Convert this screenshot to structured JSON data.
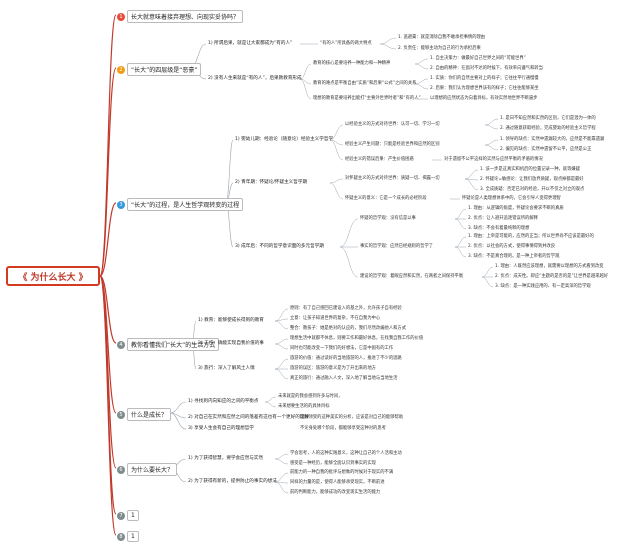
{
  "root": "《 为什么长大 》",
  "branches": [
    {
      "num": "1",
      "label": "长大就意味着接弃理想、向现实妥协吗？"
    },
    {
      "num": "2",
      "label": "“长大”的四层级是“恶豪”"
    },
    {
      "num": "3",
      "label": "“长大”的过程，是人生哲学观转变的过程"
    },
    {
      "num": "4",
      "label": "教你看懂我们“长大”的生活方式"
    },
    {
      "num": "5",
      "label": "什么是成长？"
    },
    {
      "num": "6",
      "label": "为什么要长大？"
    },
    {
      "num": "7",
      "label": "1"
    },
    {
      "num": "8",
      "label": "1"
    }
  ],
  "b2": {
    "s1": "1) 所谓后果，就是让大家都成为“有的人”",
    "s1a": "“有的人”所具备的两大特点",
    "s1a_items": [
      "1. 逃避責：就是消除自我不敢承担事情的理由",
      "2. 负责任：能够主动为自己的行为承担后果"
    ],
    "s2": "2) 没有人生来就是“有的人”，后果教教育形成",
    "s2a": "教育的核心是要培养一种能力和一种精神",
    "s2a_items": [
      "1. 自主决策力：做最好自己世界之间的“可能世界”",
      "2. 自由的精神：在面对不达的时候下，有效率向遵气和转当"
    ],
    "s2b": "教育的难点是平衡自由“实质”和后果“公式”之间的关系",
    "s2b_items": [
      "1. 实质：你们的自然主要对上的样子；它往往平行通慢慢",
      "2. 后果：我们认为理想世界该有的样子；它往往能够某坐"
    ],
    "s2c": "理想的教育是要培养出能打“主要外世界时者”和“有的人”",
    "s2c_item": "以理想的应然状态为向着目标，有效实然地世界不断逼步"
  },
  "b3": {
    "s1": "1) 婴幼儿期：经验论（随意论）经验主义学哲学",
    "s1a": "以经验主义的方式对待世界：认可一切、学习一切",
    "s1a_items": [
      "1. 是日不知应然和实然的区别，它们是混为一体的",
      "2. 通过随意获取经验，完成婴幼的经验主义哲学程"
    ],
    "s1b": "经验主义产生问题：只能是经验世界和应然的区别",
    "s1b_items": [
      "1. 领导的缺点：实然中遗漏较大的，应然是不能靠遗漏",
      "2. 偏见的缺点：实然中遗留不公平，应然是公正"
    ],
    "s1c": "经验主义的错误后果：产生价值困惑",
    "s1c_item": "对于遗留不公平这样的实然与应然平衡的矛盾的情况",
    "s2": "2) 青年期：怀疑论/怀疑主义哲学期",
    "s2a": "对怀疑主义的方式对待世界：质疑一切、揭露一切",
    "s2a_items": [
      "1. 该一步是这真实和机后的位置记录一种，就等嫌疑",
      "2. 怀疑论=敏感论：让我们放弃质疑，观点掉都是最好",
      "3. 全成质疑：否定已对的经验，开以不仅之对立的观点"
    ],
    "s2b": "怀疑主义的意义：它是一个成长的必经阶段",
    "s2b_item": "怀疑论是人类理想体系中的，它会引导人变得更理智",
    "s3": "3) 成年后：不同的哲学意识面的多元哲学期",
    "s3a": "怀疑的哲学观：没有信是以事",
    "s3a_items": [
      "1. 理由：从逻辑的角度，怀疑论会要求不断的真质",
      "2. 优点：让人避开追逐错误所的解释",
      "3. 缺点：不会有着最纯粹的理想"
    ],
    "s3b": "事实的哲学观：应然已经规则的哲学了",
    "s3b_items": [
      "1. 理由：上帝是可能的，应然的正当；所以世界尚不应该是最好的",
      "2. 优点：以社会的方式，使得事情得到并改良",
      "3. 缺点：不是真合理的。是一种上帝者的哲学观"
    ],
    "s3c": "建设的哲学观：着眼应然和实然，在两者之间保持平衡",
    "s3c_items": [
      "1. 理由：人既然应该理想，就需要以理想的方式看到改变",
      "2. 优点：成天性。即应“主题的是否的是”让世界是越来越好",
      "3. 缺点：是一种实践应用的、有一定高深的哲学观"
    ]
  },
  "b4": {
    "s1": "1) 教育：能够使成长得到的教育",
    "s1_items": [
      "原则：有了自己感回已建设入的基之外，允许孩子自有经验",
      "立意：让孩子知道世界的复杂，不在自我为中心",
      "整合：教孩子：她是绝对的认应的，我们尽然改编他人和方式"
    ],
    "s2": "2) 工作：确能实现自我价值的事",
    "s2_items": [
      "理想生活中就都不休息，则要工作和最好休息，在找我自我工作的价值",
      "同时也可能改变一下我们的好想法，它是中国有的工作"
    ],
    "s3": "3) 旅行：深入了解风土人情",
    "s3_items": [
      "旅游的价值：通过读好的当地旅游的人，推进了不少的思路",
      "旅游的误区：旅游的意义是为了开出来的地方",
      "真正的旅行：通过融入人文，深入地了解当地与当地生活"
    ]
  },
  "b5": {
    "s1": "1) 寻找到内向知应的之间的平衡点",
    "s1_items": [
      "未来就是的我会感到许多与时间，",
      "未来想要生活的的具体目标"
    ],
    "s2": "2) 对自己在实然和应然之间的落差有这也有一个更好的理解",
    "s2_item": "这种领受的这种美实的分析，应该是对自己的能够帮助",
    "s3": "3) 享受人生会有自己的理想哲学",
    "s3_item": "不论身处哪个阶段，都能够享受这种对的思考"
  },
  "b6": {
    "s1": "1) 为了获得智慧，要学会应然与实然",
    "s1_items": [
      "学会思考，人的这种实践意义，这种让自己的个人活和主动",
      "感受是一种经历，能够全面认识到事实的实现"
    ],
    "s2": "2) 为了获得有新的，提供防止的事实的想法",
    "s2_items": [
      "前能力的一种自我的批评与想象的时候对于现实的不满",
      "同样的力量的是，使得人能够承受现实，不断前进",
      "前的判断能力，能够成功的改变现实生活的能力"
    ]
  },
  "colors": {
    "root": "#d23b1f",
    "line": "#c0392b",
    "line2": "#9aa5b1"
  }
}
